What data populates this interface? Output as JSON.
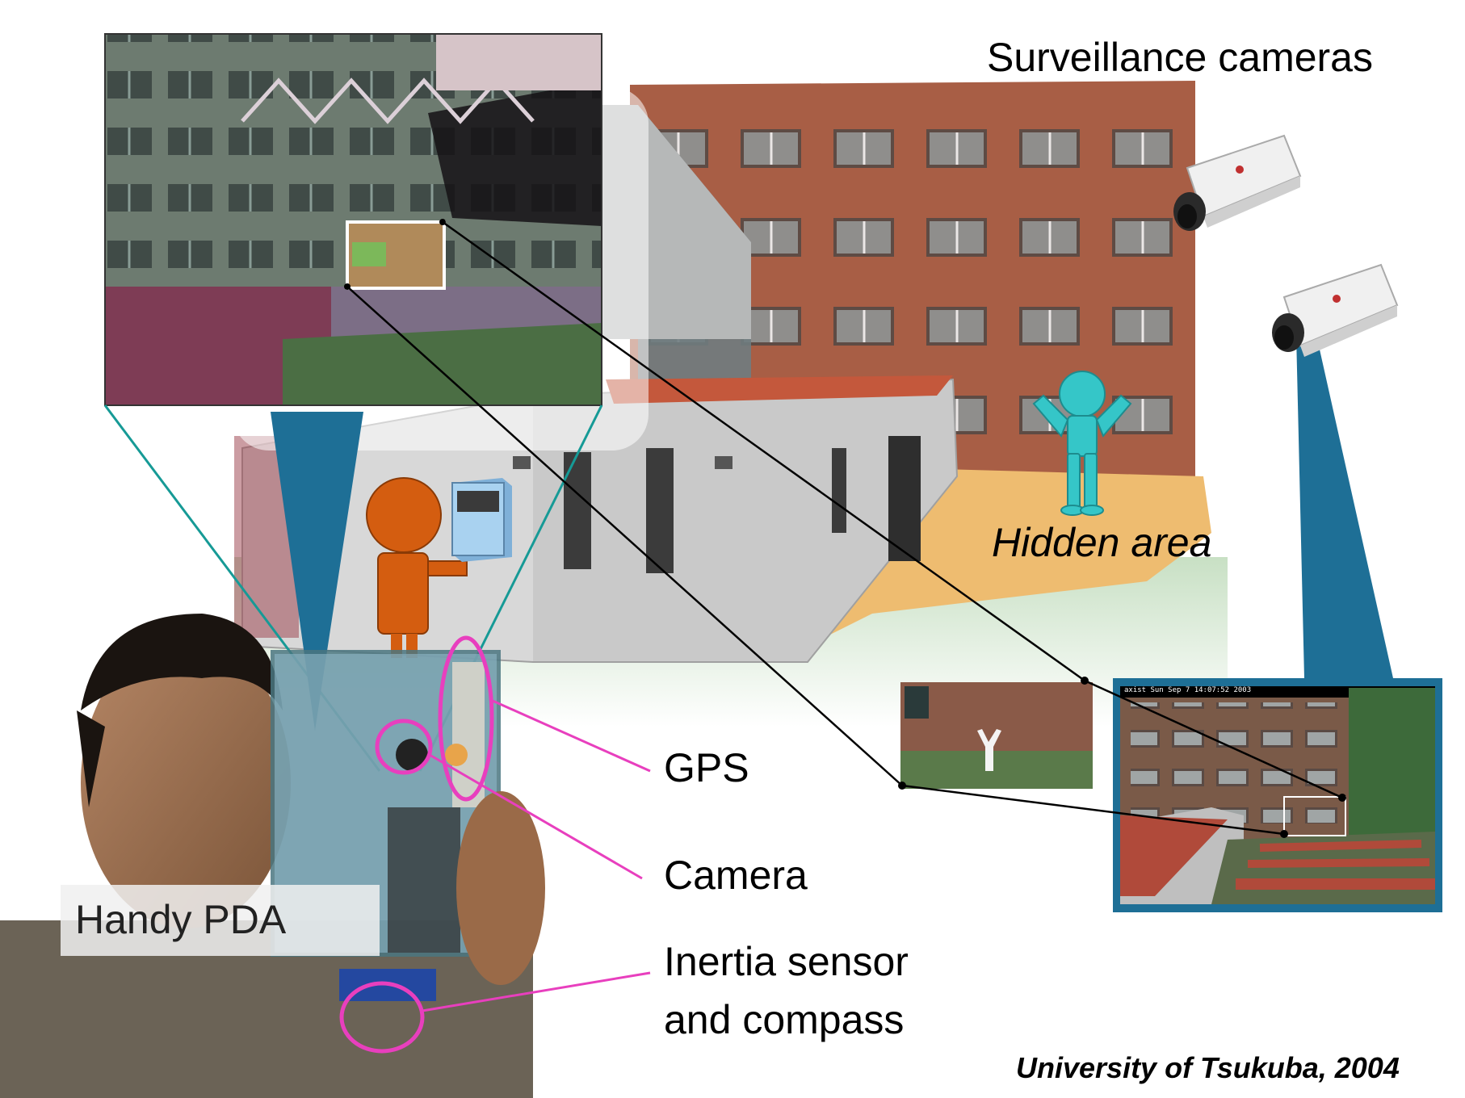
{
  "labels": {
    "surveillance_cameras": "Surveillance cameras",
    "hidden_area": "Hidden area",
    "gps": "GPS",
    "camera": "Camera",
    "inertia_line1": "Inertia sensor",
    "inertia_line2": "and compass",
    "handy_pda": "Handy PDA",
    "credit": "University of Tsukuba, 2004"
  },
  "monitor_overlay": "axist  Sun Sep 7 14:07:52 2003",
  "colors": {
    "brick": "#a85e45",
    "hidden_area": "#eebc70",
    "pda_person": "#d45d10",
    "hidden_person": "#35c6c8",
    "pda_device": "#a9d2f0",
    "camera_view": "#1e6f96",
    "annotation": "#e83fbe",
    "link_line": "#000000",
    "view_line": "#169a96"
  }
}
